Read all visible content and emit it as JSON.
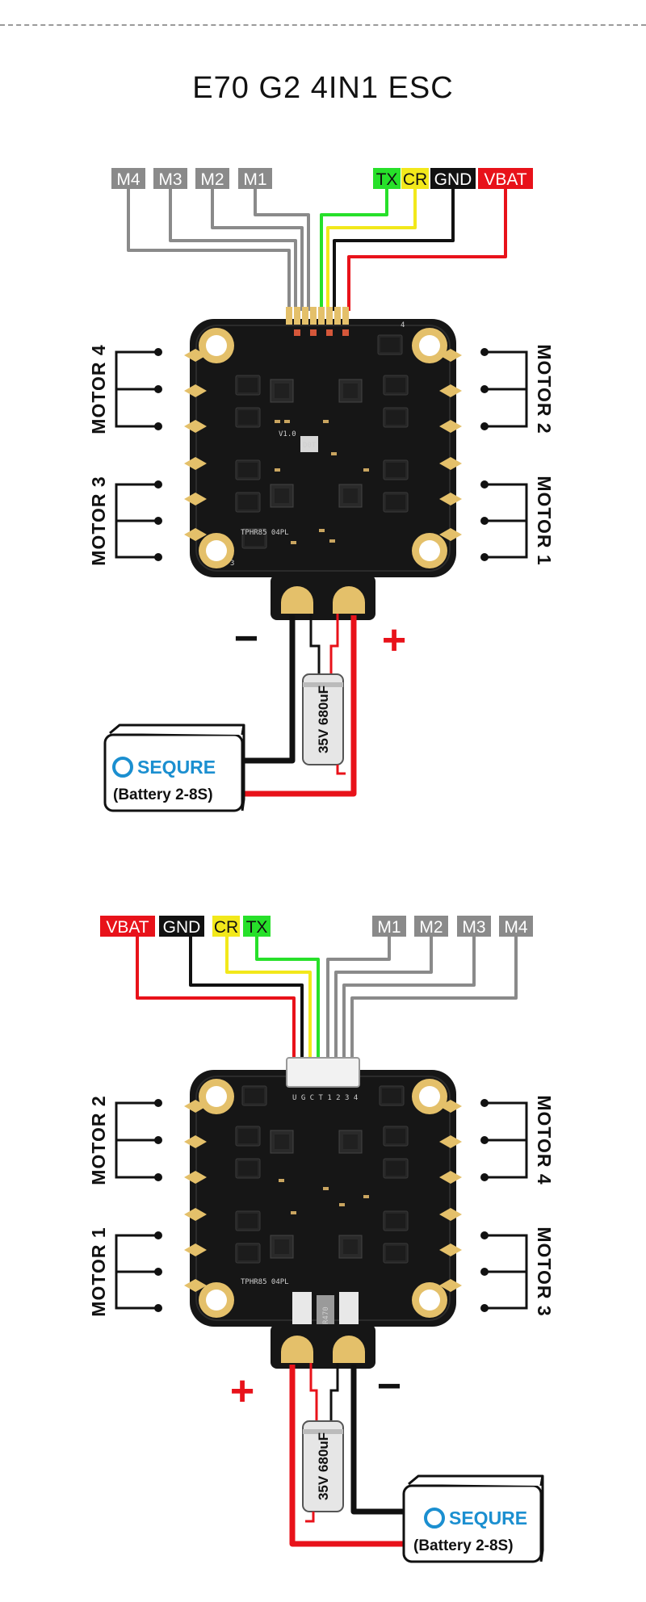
{
  "title": "E70 G2 4IN1 ESC",
  "colors": {
    "signal_gray": "#8a8a8a",
    "tx_green": "#27e02a",
    "cr_yellow": "#f2e81b",
    "gnd_black": "#111111",
    "vbat_red": "#e8121a",
    "brand_blue": "#1b8fd0",
    "pad_gold": "#e4c06a",
    "pcb_black": "#161616"
  },
  "diagrams": [
    {
      "wire_labels": {
        "m4": "M4",
        "m3": "M3",
        "m2": "M2",
        "m1": "M1",
        "tx": "TX",
        "cr": "CR",
        "gnd": "GND",
        "vbat": "VBAT"
      },
      "motor_left_top": "MOTOR 4",
      "motor_left_bottom": "MOTOR 3",
      "motor_right_top": "MOTOR 2",
      "motor_right_bottom": "MOTOR 1",
      "minus": "−",
      "plus": "+",
      "capacitor": "35V 680uF",
      "battery_brand": "SEQURE",
      "battery_label": "(Battery 2-8S)",
      "pcb_marks": {
        "version": "V1.0",
        "inductor": "D0T",
        "chip": "TPHR85 04PL",
        "pad3": "3",
        "pad4": "4"
      }
    },
    {
      "wire_labels": {
        "vbat": "VBAT",
        "gnd": "GND",
        "cr": "CR",
        "tx": "TX",
        "m1": "M1",
        "m2": "M2",
        "m3": "M3",
        "m4": "M4"
      },
      "motor_left_top": "MOTOR 2",
      "motor_left_bottom": "MOTOR 1",
      "motor_right_top": "MOTOR 4",
      "motor_right_bottom": "MOTOR 3",
      "plus": "+",
      "minus": "−",
      "capacitor": "35V 680uF",
      "battery_brand": "SEQURE",
      "battery_label": "(Battery 2-8S)",
      "pcb_marks": {
        "connector": "U G C T 1 2 3 4",
        "chip": "TPHR85 04PL",
        "coil": "R470"
      }
    }
  ]
}
